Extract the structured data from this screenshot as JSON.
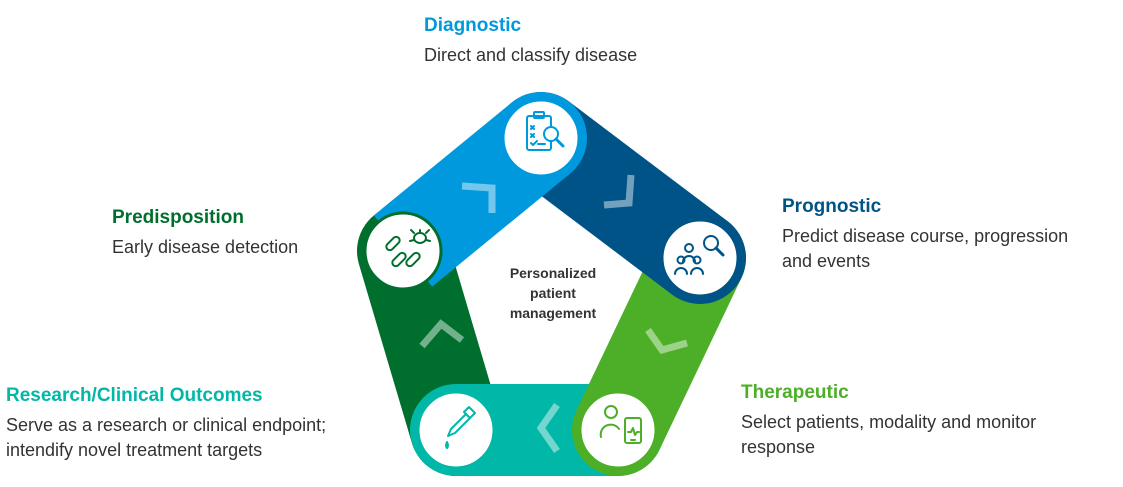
{
  "center": {
    "line1": "Personalized",
    "line2": "patient",
    "line3": "management"
  },
  "stages": {
    "diagnostic": {
      "title": "Diagnostic",
      "description": "Direct and classify disease",
      "color": "#0099dd",
      "icon": "clipboard-magnifier-icon"
    },
    "prognostic": {
      "title": "Prognostic",
      "description_line1": "Predict disease course, progression",
      "description_line2": "and events",
      "color": "#005387",
      "icon": "people-magnifier-icon"
    },
    "therapeutic": {
      "title": "Therapeutic",
      "description_line1": "Select patients, modality and monitor",
      "description_line2": "response",
      "color": "#4caf27",
      "icon": "patient-tablet-icon"
    },
    "research": {
      "title": "Research/Clinical Outcomes",
      "description_line1": "Serve as a research or clinical endpoint;",
      "description_line2": "intendify novel treatment targets",
      "color": "#00b7a8",
      "icon": "dropper-icon"
    },
    "predisposition": {
      "title": "Predisposition",
      "description": "Early disease detection",
      "color": "#006f2e",
      "icon": "pills-bug-icon"
    }
  }
}
